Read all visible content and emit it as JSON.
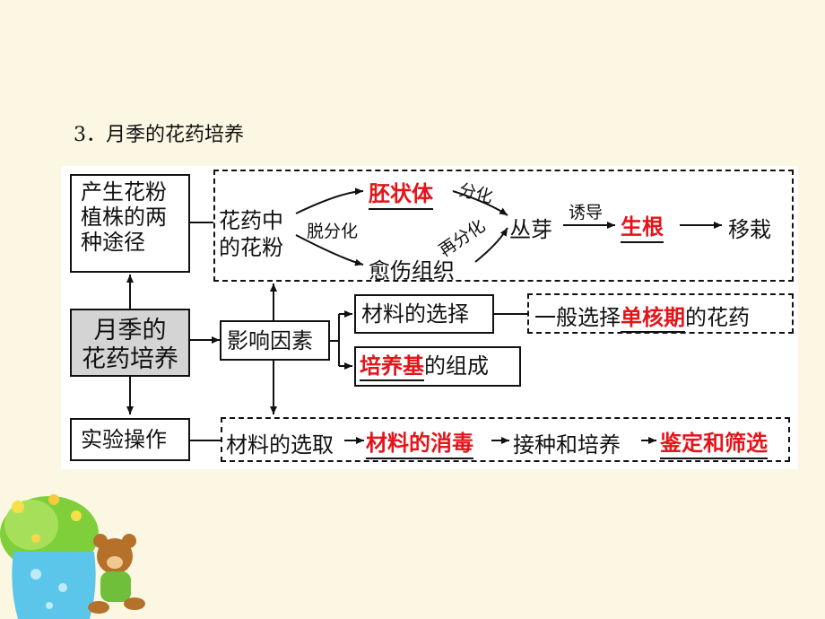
{
  "heading": "3．月季的花药培养",
  "center": {
    "line1": "月季的",
    "line2": "花药培养"
  },
  "top_box": {
    "line1": "产生花粉",
    "line2": "植株的两",
    "line3": "种途径"
  },
  "top_flow": {
    "start_l1": "花药中",
    "start_l2": "的花粉",
    "label_dedifferentiation": "脱分化",
    "embryoid": "胚状体",
    "callus": "愈伤组织",
    "label_differentiation": "分化",
    "label_redifferentiation": "再分化",
    "shoot": "丛芽",
    "label_induce": "诱导",
    "root": "生根",
    "transplant": "移栽"
  },
  "factors": {
    "box": "影响因素",
    "material": "材料的选择",
    "material_note_pre": "一般选择",
    "material_note_key": "单核期",
    "material_note_post": "的花药",
    "medium_key": "培养基",
    "medium_post": "的组成"
  },
  "operation": {
    "box": "实验操作",
    "step1": "材料的选取",
    "step2": "材料的消毒",
    "step3": "接种和培养",
    "step4": "鉴定和筛选"
  },
  "colors": {
    "highlight": "#e3141a",
    "center_fill": "#d4d4d4",
    "background": "#fbf7e3"
  }
}
